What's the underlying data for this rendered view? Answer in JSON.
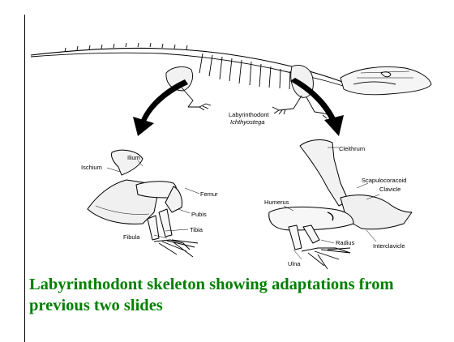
{
  "figure": {
    "title_line1": "Labyrinthodont",
    "title_line2": "Ichthyostega",
    "pelvis_labels": {
      "ilium": "Ilium",
      "ischium": "Ischium",
      "femur": "Femur",
      "pubis": "Pubis",
      "tibia": "Tibia",
      "fibula": "Fibula"
    },
    "shoulder_labels": {
      "cleithrum": "Cleithrum",
      "scapulocoracoid": "Scapulocoracoid",
      "clavicle": "Clavicle",
      "humerus": "Humerus",
      "radius": "Radius",
      "interclavicle": "Interclavicle",
      "ulna": "Ulna"
    }
  },
  "caption": "Labyrinthodont skeleton showing adaptations from previous two slides",
  "colors": {
    "caption": "#008000",
    "ink": "#000000",
    "background": "#ffffff"
  }
}
